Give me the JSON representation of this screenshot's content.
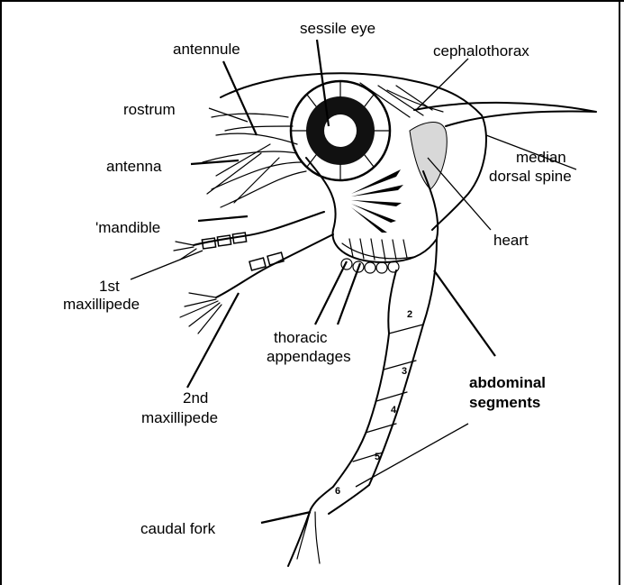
{
  "diagram": {
    "labels": {
      "sessile_eye": "sessile eye",
      "antennule": "antennule",
      "cephalothorax": "cephalothorax",
      "rostrum": "rostrum",
      "median": "median",
      "dorsal_spine": "dorsal spine",
      "antenna": "antenna",
      "mandible": "'mandible",
      "heart": "heart",
      "first_maxillipede_1": "1st",
      "first_maxillipede_2": "maxillipede",
      "thoracic_1": "thoracic",
      "thoracic_2": "appendages",
      "abdominal_1": "abdominal",
      "abdominal_2": "segments",
      "second_maxillipede_1": "2nd",
      "second_maxillipede_2": "maxillipede",
      "caudal_fork": "caudal fork"
    },
    "segment_numbers": [
      "2",
      "3",
      "4",
      "5",
      "6"
    ]
  }
}
